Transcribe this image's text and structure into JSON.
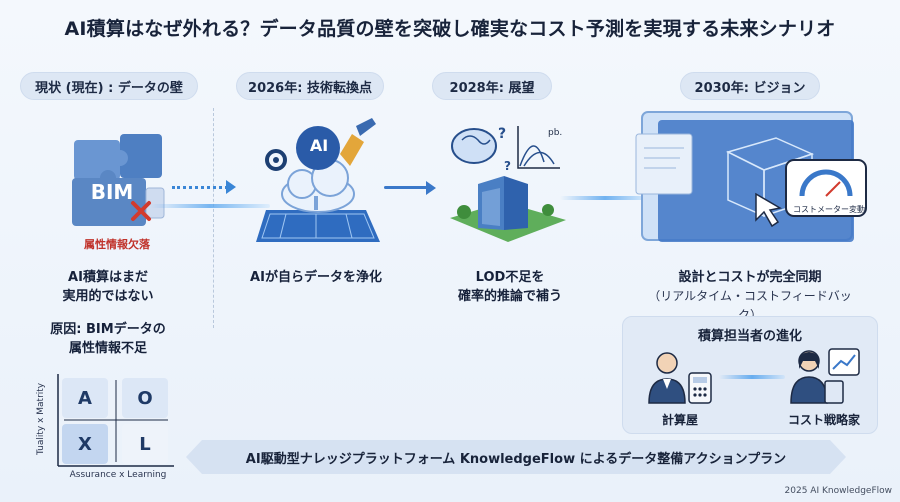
{
  "title": "AI積算はなぜ外れる？データ品質の壁を突破し確実なコスト予測を実現する未来シナリオ",
  "stages": [
    {
      "pill": "現状 (現在) : データの壁",
      "caption_lines": [
        "AI積算はまだ",
        "実用的ではない"
      ],
      "sub_lines": [
        "原因: BIMデータの",
        "属性情報不足"
      ]
    },
    {
      "pill": "2026年: 技術転換点",
      "caption_lines": [
        "AIが自らデータを浄化"
      ]
    },
    {
      "pill": "2028年: 展望",
      "caption_lines": [
        "LOD不足を",
        "確率的推論で補う"
      ]
    },
    {
      "pill": "2030年: ビジョン",
      "caption_lines": [
        "設計とコストが完全同期"
      ],
      "sub_lines": [
        "（リアルタイム・コストフィードバック）"
      ]
    }
  ],
  "bim_illustration": {
    "bim_text": "BIM",
    "red_label": "属性情報欠落"
  },
  "ai_illustration": {
    "ai_text": "AI"
  },
  "prob_illustration": {
    "pb_text": "pb."
  },
  "vision_illustration": {
    "gauge_label": "コストメーター変動"
  },
  "evolution": {
    "title": "積算担当者の進化",
    "from_label": "計算屋",
    "to_label": "コスト戦略家"
  },
  "matrix": {
    "cells": [
      "A",
      "O",
      "X",
      "L"
    ],
    "y_axis": "Tuality x Matrity",
    "x_axis": "Assurance x Learning"
  },
  "banner": "AI駆動型ナレッジプラットフォーム KnowledgeFlow によるデータ整備アクションプラン",
  "footer": "2025 AI KnowledgeFlow",
  "colors": {
    "accent": "#3a78c9",
    "warning": "#d23b2e",
    "puzzle": "#5a87c4"
  }
}
